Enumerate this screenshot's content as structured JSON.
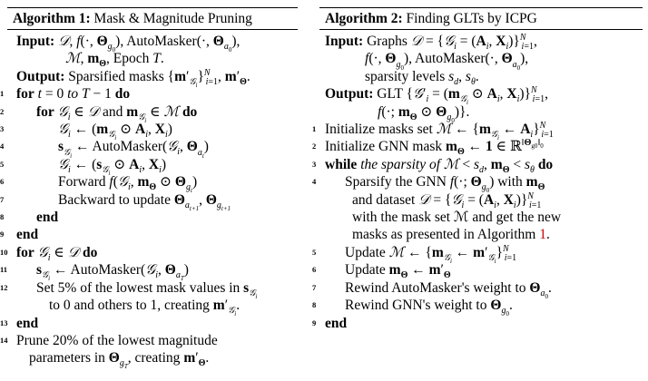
{
  "algorithm1": {
    "header": "Algorithm 1:",
    "title": "Mask & Magnitude Pruning",
    "input_label": "Input:",
    "input_line1": "𝒟, f(·, Θ",
    "input_line1_sub": "g0",
    "input_line1_rest": "), AutoMasker(·, Θ",
    "input_line1_sub2": "a0",
    "input_line1_end": "),",
    "input_line2": "ℳ, m",
    "input_line2_sub": "Θ",
    "input_line2_rest": ", Epoch T.",
    "output_label": "Output:",
    "output_line": "Sparsified masks {m′",
    "output_sub": "𝒢i",
    "output_set": "}",
    "output_set_sub": "i=1",
    "output_set_sup": "N",
    "output_rest": ", m′",
    "output_rest_sub": "Θ",
    "output_end": ".",
    "lines": [
      {
        "n": "1",
        "text": "for t = 0 to T − 1 do"
      },
      {
        "n": "2",
        "text": "for 𝒢i ∈ 𝒟 and m𝒢i ∈ ℳ do"
      },
      {
        "n": "3",
        "text": "𝒢i ← (m𝒢i ⊙ Ai, Xi)"
      },
      {
        "n": "4",
        "text": "s𝒢i ← AutoMasker(𝒢i, Θat)"
      },
      {
        "n": "5",
        "text": "𝒢i ← (s𝒢i ⊙ Ai, Xi)"
      },
      {
        "n": "6",
        "text": "Forward f(𝒢i, mΘ ⊙ Θgt)"
      },
      {
        "n": "7",
        "text": "Backward to update Θat+1, Θgt+1"
      },
      {
        "n": "8",
        "text": "end"
      },
      {
        "n": "9",
        "text": "end"
      },
      {
        "n": "10",
        "text": "for 𝒢i ∈ 𝒟 do"
      },
      {
        "n": "11",
        "text": "s𝒢i ← AutoMasker(𝒢i, ΘaT)"
      },
      {
        "n": "12",
        "text": "Set 5% of the lowest mask values in s𝒢i"
      },
      {
        "n": "",
        "text": "to 0 and others to 1, creating m′𝒢i."
      },
      {
        "n": "13",
        "text": "end"
      },
      {
        "n": "14",
        "text": "Prune 20% of the lowest magnitude"
      },
      {
        "n": "",
        "text": "parameters in ΘgT, creating m′Θ."
      }
    ]
  },
  "algorithm2": {
    "header": "Algorithm 2:",
    "title": "Finding GLTs by ICPG",
    "input_label": "Input:",
    "output_label": "Output:",
    "lines": [
      {
        "n": "1",
        "text": "Initialize masks set ℳ ← {m𝒢i ← Ai}Ni=1"
      },
      {
        "n": "2",
        "text": "Initialize GNN mask mΘ ← 1 ∈ ℝ‖Θg0‖0"
      },
      {
        "n": "3",
        "text": "while the sparsity of ℳ < sd, mΘ < sθ do"
      },
      {
        "n": "4",
        "text": "Sparsify the GNN f(·; Θg0) with mΘ"
      },
      {
        "n": "",
        "text": "and dataset 𝒟 = {𝒢i = (Ai, Xi)}Ni=1"
      },
      {
        "n": "",
        "text": "with the mask set ℳ and get the new"
      },
      {
        "n": "",
        "text": "masks as presented in Algorithm 1."
      },
      {
        "n": "5",
        "text": "Update ℳ ← {m𝒢i ← m′𝒢i}Ni=1"
      },
      {
        "n": "6",
        "text": "Update mΘ ← m′Θ"
      },
      {
        "n": "7",
        "text": "Rewind AutoMasker's weight to Θa0."
      },
      {
        "n": "8",
        "text": "Rewind GNN's weight to Θg0."
      },
      {
        "n": "9",
        "text": "end"
      }
    ]
  }
}
